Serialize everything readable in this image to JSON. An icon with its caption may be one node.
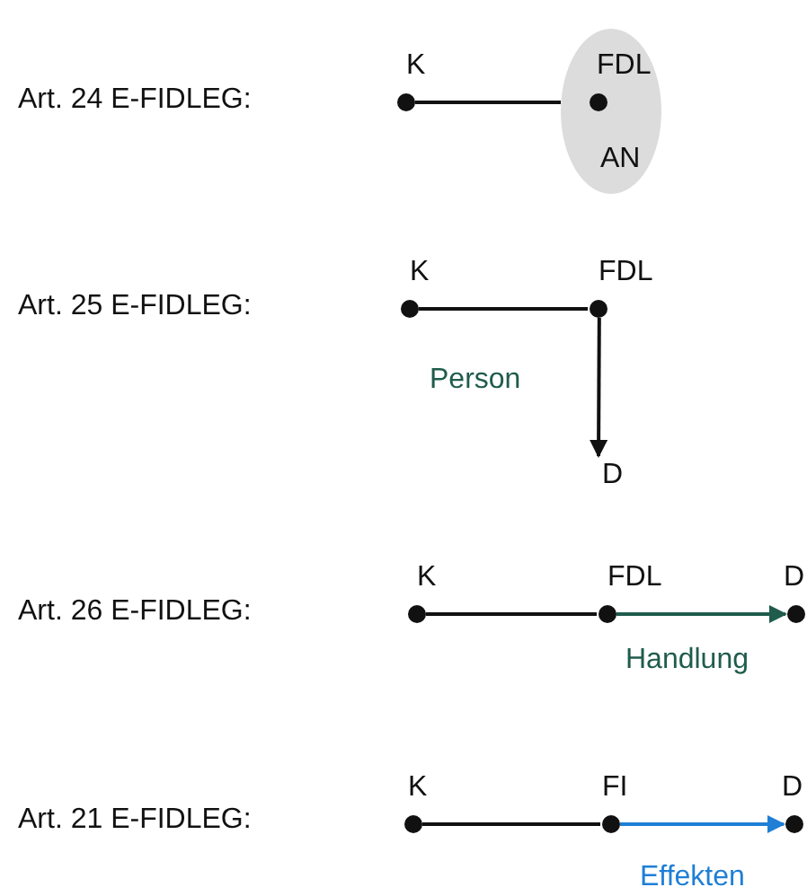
{
  "diagram": {
    "nodes": [
      {
        "text": [
          "K"
        ]
      },
      {
        "text": [
          "FDL",
          "AN"
        ]
      },
      {
        "text": [
          "K"
        ]
      },
      {
        "text": [
          "FDL"
        ]
      },
      {
        "text": [
          "D"
        ]
      },
      {
        "text": [
          "K"
        ]
      },
      {
        "text": [
          "FDL"
        ]
      },
      {
        "text": [
          "D"
        ]
      },
      {
        "text": [
          "K"
        ]
      },
      {
        "text": [
          "FI"
        ]
      },
      {
        "text": [
          "D"
        ]
      }
    ],
    "edges": [
      {
        "from": 0,
        "to": 1,
        "arrow": "none"
      },
      {
        "from": 2,
        "to": 3,
        "arrow": "none"
      },
      {
        "from": 3,
        "to": 4,
        "arrow": "to",
        "label": "Person"
      },
      {
        "from": 5,
        "to": 6,
        "arrow": "none"
      },
      {
        "from": 6,
        "to": 7,
        "arrow": "to",
        "label": "Handlung",
        "color": "#1f5c4c"
      },
      {
        "from": 8,
        "to": 9,
        "arrow": "none"
      },
      {
        "from": 9,
        "to": 10,
        "arrow": "to",
        "label": "Effekten",
        "color": "#1f7fd6"
      }
    ],
    "labels": [
      "Art. 24 E-FIDLEG:",
      "Art. 25 E-FIDLEG:",
      "Art. 26 E-FIDLEG:",
      "Art. 21 E-FIDLEG:"
    ]
  }
}
